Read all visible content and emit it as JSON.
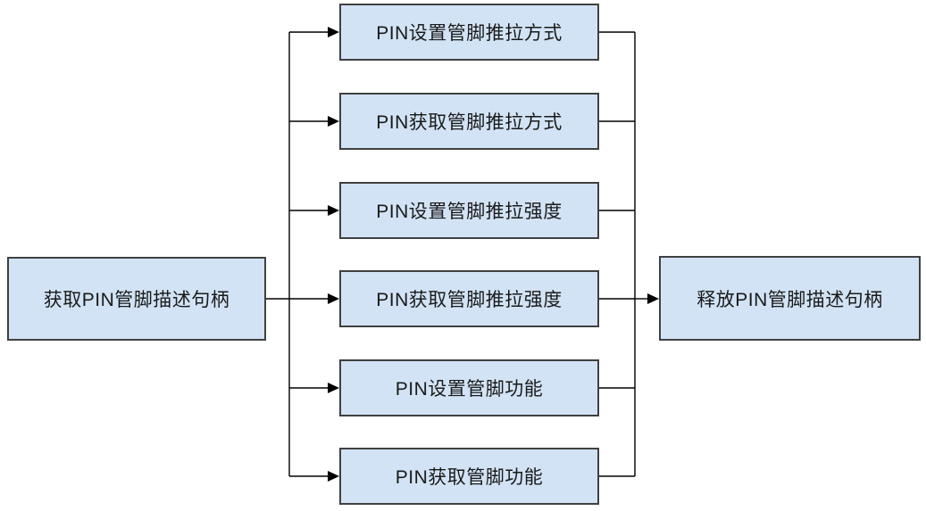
{
  "diagram": {
    "left_node": {
      "label": "获取PIN管脚描述句柄"
    },
    "middle_nodes": [
      {
        "label": "PIN设置管脚推拉方式"
      },
      {
        "label": "PIN获取管脚推拉方式"
      },
      {
        "label": "PIN设置管脚推拉强度"
      },
      {
        "label": "PIN获取管脚推拉强度"
      },
      {
        "label": "PIN设置管脚功能"
      },
      {
        "label": "PIN获取管脚功能"
      }
    ],
    "right_node": {
      "label": "释放PIN管脚描述句柄"
    },
    "colors": {
      "node_fill": "#d2e3f5",
      "node_border": "#404040",
      "connector_line": "#000000",
      "background": "#ffffff"
    }
  }
}
